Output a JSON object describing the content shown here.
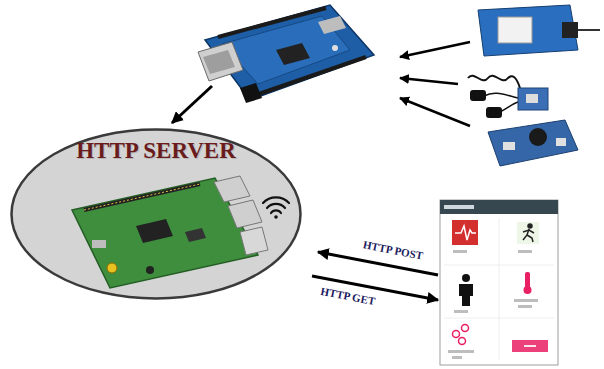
{
  "diagram": {
    "nodes": [
      {
        "text": [
          "HTTP SERVER"
        ]
      }
    ],
    "labels": [
      "HTTP POST",
      "HTTP GET"
    ]
  }
}
